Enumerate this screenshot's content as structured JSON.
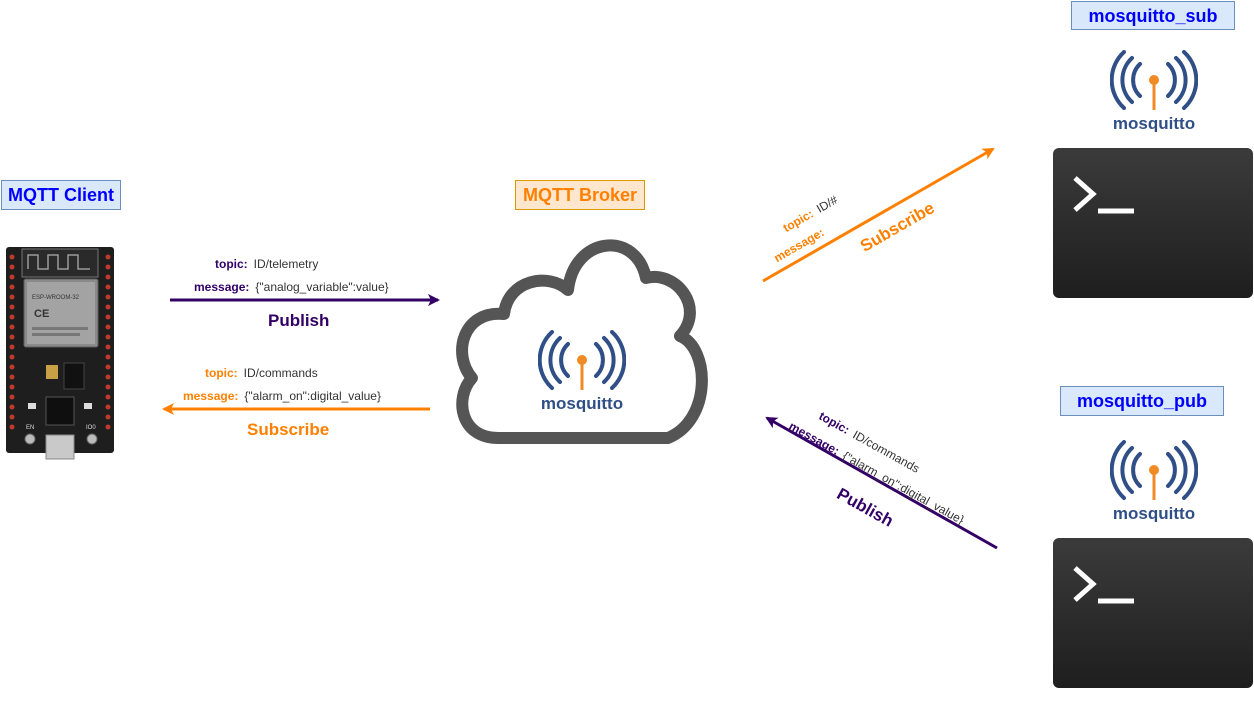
{
  "labels": {
    "client": "MQTT Client",
    "broker": "MQTT Broker",
    "sub": "mosquitto_sub",
    "pub": "mosquitto_pub"
  },
  "logo_text": "mosquitto",
  "board": {
    "module_text": "ESP-WROOM-32",
    "button_en": "EN",
    "button_io0": "IO0"
  },
  "flows": {
    "client_publish": {
      "topic_key": "topic:",
      "topic": "ID/telemetry",
      "message_key": "message:",
      "message": "{\"analog_variable\":value}",
      "verb": "Publish"
    },
    "client_subscribe": {
      "topic_key": "topic:",
      "topic": "ID/commands",
      "message_key": "message:",
      "message": "{\"alarm_on\":digital_value}",
      "verb": "Subscribe"
    },
    "sub_subscribe": {
      "topic_key": "topic:",
      "topic": "ID/#",
      "message_key": "message:",
      "verb": "Subscribe"
    },
    "pub_publish": {
      "topic_key": "topic:",
      "topic": "ID/commands",
      "message_key": "message:",
      "message": "{\"alarm_on\":digital_value}",
      "verb": "Publish"
    }
  },
  "colors": {
    "publish": "#330066",
    "subscribe": "#ff8000",
    "client_label": "#0000ff",
    "logo_blue": "#2f4f86",
    "logo_orange": "#f08a24",
    "cloud": "#555555"
  }
}
